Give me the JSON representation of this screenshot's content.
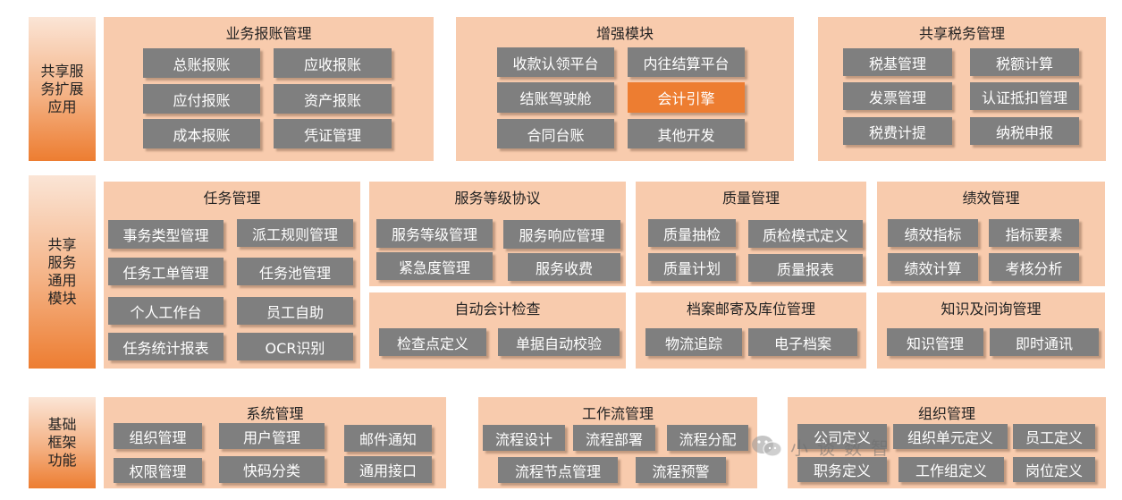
{
  "sides": [
    {
      "label": "共享服务扩展应用",
      "lines": [
        "共享服",
        "务扩展",
        "应用"
      ]
    },
    {
      "label": "共享服务通用模块",
      "lines": [
        "共享",
        "服务",
        "通用",
        "模块"
      ]
    },
    {
      "label": "基础框架功能",
      "lines": [
        "基础",
        "框架",
        "功能"
      ]
    }
  ],
  "panels": {
    "biz_reimburse": {
      "title": "业务报账管理",
      "items": [
        "总账报账",
        "应收报账",
        "应付报账",
        "资产报账",
        "成本报账",
        "凭证管理"
      ]
    },
    "enhance": {
      "title": "增强模块",
      "items": [
        "收款认领平台",
        "内往结算平台",
        "结账驾驶舱",
        "会计引擎",
        "合同台账",
        "其他开发"
      ]
    },
    "tax": {
      "title": "共享税务管理",
      "items": [
        "税基管理",
        "税额计算",
        "发票管理",
        "认证抵扣管理",
        "税费计提",
        "纳税申报"
      ]
    },
    "task": {
      "title": "任务管理",
      "items": [
        "事务类型管理",
        "派工规则管理",
        "任务工单管理",
        "任务池管理",
        "个人工作台",
        "员工自助",
        "任务统计报表",
        "OCR识别"
      ]
    },
    "sla": {
      "title": "服务等级协议",
      "items": [
        "服务等级管理",
        "服务响应管理",
        "紧急度管理",
        "服务收费"
      ]
    },
    "quality": {
      "title": "质量管理",
      "items": [
        "质量抽检",
        "质检模式定义",
        "质量计划",
        "质量报表"
      ]
    },
    "perf": {
      "title": "绩效管理",
      "items": [
        "绩效指标",
        "指标要素",
        "绩效计算",
        "考核分析"
      ]
    },
    "autocheck": {
      "title": "自动会计检查",
      "items": [
        "检查点定义",
        "单据自动校验"
      ]
    },
    "archive": {
      "title": "档案邮寄及库位管理",
      "items": [
        "物流追踪",
        "电子档案"
      ]
    },
    "knowledge": {
      "title": "知识及问询管理",
      "items": [
        "知识管理",
        "即时通讯"
      ]
    },
    "system": {
      "title": "系统管理",
      "items": [
        "组织管理",
        "用户管理",
        "邮件通知",
        "权限管理",
        "快码分类",
        "通用接口"
      ]
    },
    "workflow": {
      "title": "工作流管理",
      "items": [
        "流程设计",
        "流程部署",
        "流程分配",
        "流程节点管理",
        "流程预警"
      ]
    },
    "org": {
      "title": "组织管理",
      "items": [
        "公司定义",
        "组织单元定义",
        "员工定义",
        "职务定义",
        "工作组定义",
        "岗位定义"
      ]
    }
  },
  "watermark": {
    "icon": "wechat-icon",
    "text": "小谈数智"
  },
  "colors": {
    "panel": "#f8cbad",
    "box": "#7f7f7f",
    "highlight": "#ed7d31",
    "side_bottom": "#ed7d31"
  }
}
